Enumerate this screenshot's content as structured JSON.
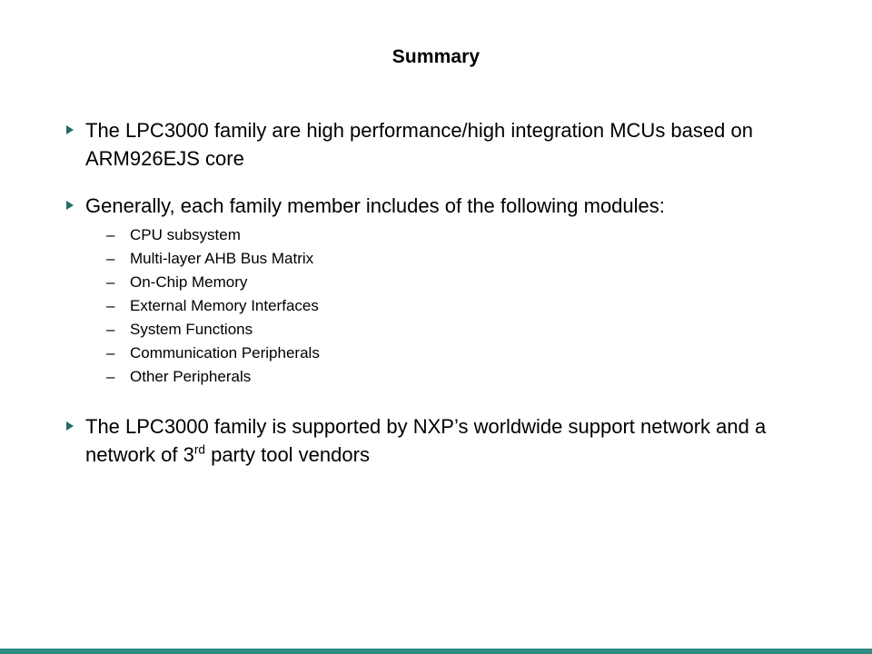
{
  "slide": {
    "title": "Summary",
    "bullets": [
      {
        "text": "The LPC3000 family are high performance/high integration MCUs based on ARM926EJS core"
      },
      {
        "text": "Generally, each family member includes of the following modules:",
        "sub_items": [
          "CPU subsystem",
          "Multi-layer AHB Bus Matrix",
          "On-Chip Memory",
          "External Memory Interfaces",
          "System Functions",
          "Communication Peripherals",
          "Other Peripherals"
        ]
      },
      {
        "text_before_sup": "The LPC3000 family is supported by NXP’s worldwide support network and a network of 3",
        "sup": "rd",
        "text_after_sup": " party tool vendors"
      }
    ],
    "sub_bullet_dash": "–",
    "colors": {
      "bullet_marker": "#236B63",
      "bottom_bar": "#2E8B82",
      "text": "#000000",
      "background": "#ffffff"
    }
  }
}
